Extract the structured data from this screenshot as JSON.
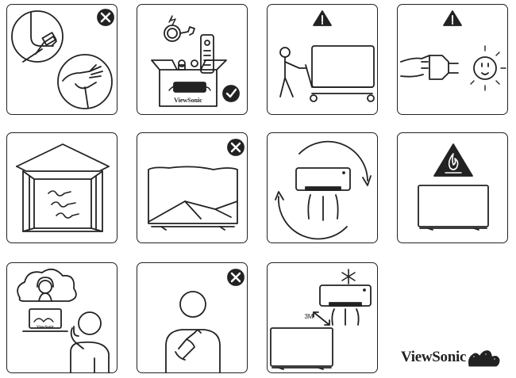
{
  "brand": {
    "logo_text": "ViewSonic",
    "box_brand_text": "ViewSonic",
    "laptop_brand_text": "ViewSonic"
  },
  "distance_label": "3M",
  "tiles": [
    {
      "name": "unplug-by-cable-prohibited",
      "status": "prohibited"
    },
    {
      "name": "package-contents-check",
      "status": "ok"
    },
    {
      "name": "move-with-cart-warning",
      "status": "warning"
    },
    {
      "name": "electric-plug-warning",
      "status": "warning"
    },
    {
      "name": "ventilated-room",
      "status": "info"
    },
    {
      "name": "covered-display-prohibited",
      "status": "prohibited"
    },
    {
      "name": "air-conditioner-circulation",
      "status": "info"
    },
    {
      "name": "fire-hazard-warning",
      "status": "warning"
    },
    {
      "name": "customer-support",
      "status": "info"
    },
    {
      "name": "self-repair-prohibited",
      "status": "prohibited"
    },
    {
      "name": "air-conditioner-distance",
      "status": "info"
    }
  ]
}
